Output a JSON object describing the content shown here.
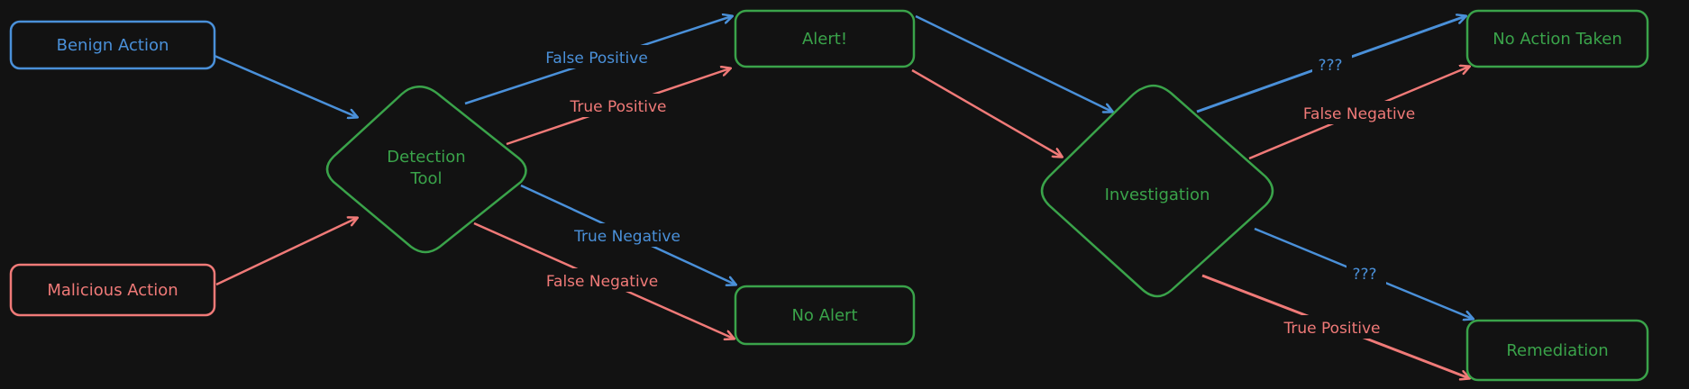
{
  "colors": {
    "background": "#121212",
    "blue": "#4a90d9",
    "red": "#f07a78",
    "green": "#3aa34a"
  },
  "nodes": {
    "benign": "Benign Action",
    "malicious": "Malicious Action",
    "detection_line1": "Detection",
    "detection_line2": "Tool",
    "alert": "Alert!",
    "no_alert": "No Alert",
    "investigation": "Investigation",
    "no_action": "No Action Taken",
    "remediation": "Remediation"
  },
  "edges": {
    "false_positive": "False Positive",
    "true_positive": "True Positive",
    "true_negative": "True Negative",
    "false_negative": "False Negative",
    "unknown_top": "???",
    "false_negative_2": "False Negative",
    "unknown_bottom": "???",
    "true_positive_2": "True Positive"
  }
}
